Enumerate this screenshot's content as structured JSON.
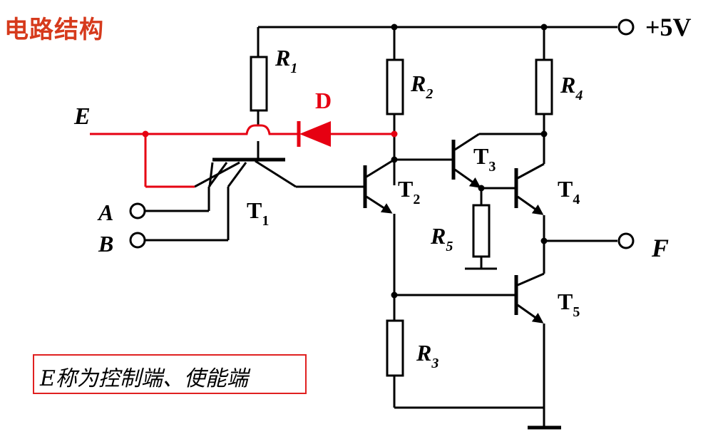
{
  "title": "电路结构",
  "note": "E称为控制端、使能端",
  "supply_label": "+5V",
  "inputs": {
    "enable": "E",
    "a": "A",
    "b": "B"
  },
  "output": "F",
  "diode": "D",
  "resistors": {
    "r1": {
      "main": "R",
      "sub": "1"
    },
    "r2": {
      "main": "R",
      "sub": "2"
    },
    "r3": {
      "main": "R",
      "sub": "3"
    },
    "r4": {
      "main": "R",
      "sub": "4"
    },
    "r5": {
      "main": "R",
      "sub": "5"
    }
  },
  "transistors": {
    "t1": {
      "main": "T",
      "sub": "1"
    },
    "t2": {
      "main": "T",
      "sub": "2"
    },
    "t3": {
      "main": "T",
      "sub": "3"
    },
    "t4": {
      "main": "T",
      "sub": "4"
    },
    "t5": {
      "main": "T",
      "sub": "5"
    }
  },
  "colors": {
    "title": "#d63a1c",
    "enable_path": "#e60012",
    "wire": "#000000",
    "note_border": "#e02020"
  }
}
